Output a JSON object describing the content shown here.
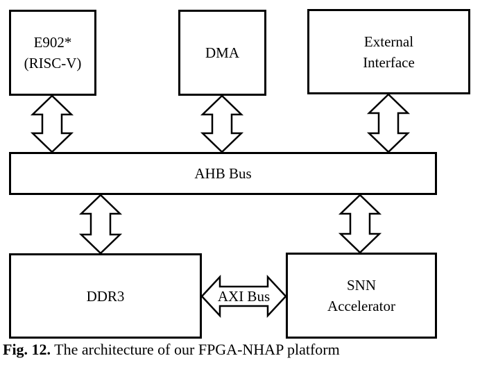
{
  "figure": {
    "caption": {
      "prefix": "Fig. 12.",
      "text": " The architecture of our FPGA-NHAP platform"
    }
  },
  "nodes": {
    "e902": {
      "line1": "E902*",
      "line2": "(RISC-V)"
    },
    "dma": {
      "label": "DMA"
    },
    "external_interface": {
      "line1": "External",
      "line2": "Interface"
    },
    "ahb_bus": {
      "label": "AHB Bus"
    },
    "ddr3": {
      "label": "DDR3"
    },
    "snn_accelerator": {
      "line1": "SNN",
      "line2": "Accelerator"
    },
    "axi_bus": {
      "label": "AXI Bus"
    }
  },
  "edges": [
    {
      "from": "E902* (RISC-V)",
      "to": "AHB Bus",
      "type": "bidirectional"
    },
    {
      "from": "DMA",
      "to": "AHB Bus",
      "type": "bidirectional"
    },
    {
      "from": "External Interface",
      "to": "AHB Bus",
      "type": "bidirectional"
    },
    {
      "from": "AHB Bus",
      "to": "DDR3",
      "type": "bidirectional"
    },
    {
      "from": "AHB Bus",
      "to": "SNN Accelerator",
      "type": "bidirectional"
    },
    {
      "from": "DDR3",
      "to": "SNN Accelerator",
      "type": "bidirectional",
      "label": "AXI Bus"
    }
  ],
  "colors": {
    "line": "#000000",
    "background": "#ffffff",
    "text": "#000000"
  }
}
